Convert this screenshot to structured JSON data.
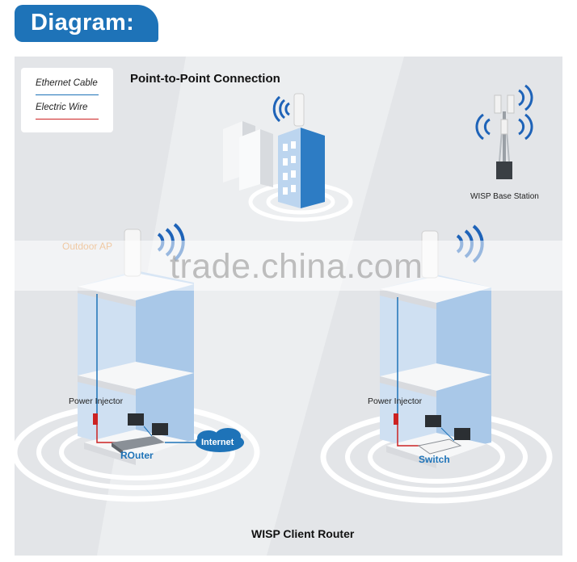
{
  "header": {
    "title": "Diagram:"
  },
  "legend": {
    "ethernet_label": "Ethernet Cable",
    "electric_label": "Electric Wire",
    "ethernet_color": "#1e73b8",
    "electric_color": "#cc2222"
  },
  "diagram": {
    "title_p2p": "Point-to-Point Connection",
    "title_wisp": "WISP Client Router",
    "base_station_label": "WISP Base Station",
    "outdoor_ap_label": "Outdoor AP",
    "left_power_injector": "Power Injector",
    "right_power_injector": "Power Injector",
    "router_label": "ROuter",
    "internet_label": "Internet",
    "switch_label": "Switch"
  },
  "watermark": "trade.china.com",
  "colors": {
    "accent": "#1e73b8",
    "panel": "#e3e5e8",
    "building_glass": "#c9dcf0",
    "signal": "#1e63b8"
  }
}
